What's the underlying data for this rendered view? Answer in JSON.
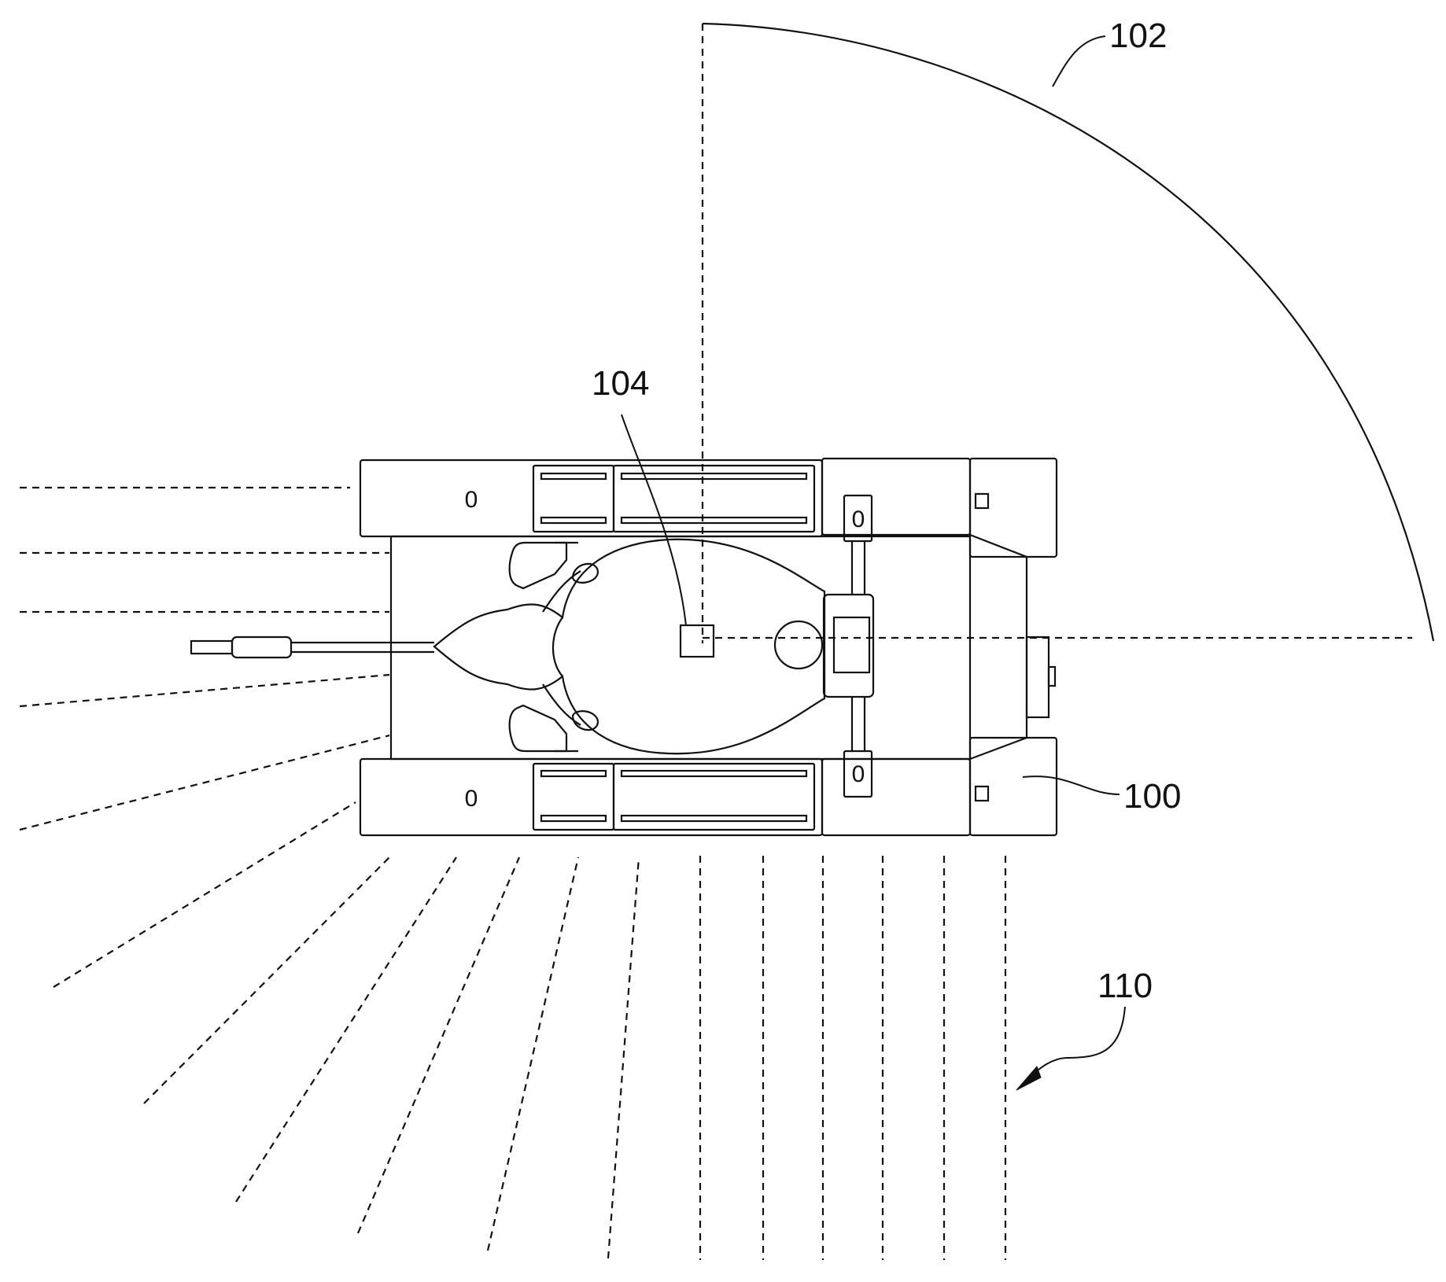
{
  "figure": {
    "reference_numerals": {
      "vehicle": "100",
      "sweep_region": "102",
      "sensor": "104",
      "track_region": "110"
    },
    "part_marks": {
      "front_left_track": "0",
      "front_right_track": "0",
      "left_axle_block": "0",
      "right_axle_block": "0"
    }
  }
}
